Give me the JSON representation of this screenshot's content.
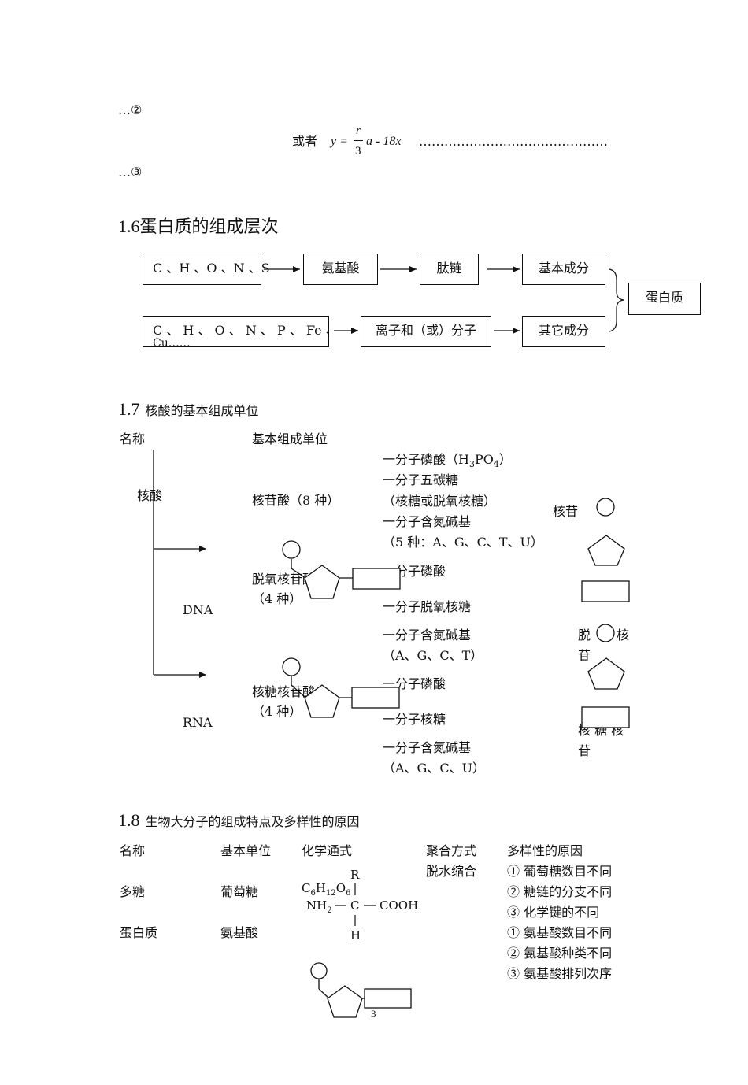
{
  "formula_block": {
    "marker2": "…②",
    "or_label": "或者",
    "formula_lhs": "y =",
    "formula_num": "r",
    "formula_den": "3",
    "formula_rest": "a - 18x",
    "dots": "………………………………………",
    "marker3": "…③"
  },
  "section16": {
    "num": "1.6",
    "title": "蛋白质的组成层次",
    "row1": [
      "C 、H 、O 、N 、S",
      "氨基酸",
      "肽链",
      "基本成分"
    ],
    "row2_line1": "C 、 H 、 O 、 N 、 P 、 Fe 、",
    "row2_line2": "Cu……",
    "row2": [
      "离子和（或）分子",
      "其它成分"
    ],
    "result": "蛋白质"
  },
  "section17": {
    "num": "1.7",
    "title": "核酸的基本组成单位",
    "col_name": "名称",
    "col_unit": "基本组成单位",
    "nucleic": "核酸",
    "nucleotide": "核苷酸（8 种）",
    "nuc_parts": [
      "一分子磷酸（H",
      "3",
      "PO",
      "4",
      "）"
    ],
    "nuc_lines": [
      "一分子五碳糖",
      "（核糖或脱氧核糖）",
      "一分子含氮碱基",
      "（5 种：A、G、C、T、U）"
    ],
    "nucleoside": "核苷",
    "dna": "DNA",
    "dna_unit": "脱氧核苷酸",
    "dna_count": "（4 种）",
    "dna_lines": [
      "一分子磷酸",
      "一分子脱氧核糖",
      "一分子含氮碱基",
      "（A、G、C、T）"
    ],
    "deoxy_a": "脱",
    "deoxy_b": "核",
    "deoxy_c": "苷",
    "rna": "RNA",
    "rna_unit": "核糖核苷酸",
    "rna_count": "（4 种）",
    "rna_lines": [
      "一分子磷酸",
      "一分子核糖",
      "一分子含氮碱基",
      "（A、G、C、U）"
    ],
    "ribo_line1": "核 糖 核",
    "ribo_line2": "苷"
  },
  "section18": {
    "num": "1.8",
    "title": "生物大分子的组成特点及多样性的原因",
    "headers": [
      "名称",
      "基本单位",
      "化学通式",
      "聚合方式",
      "多样性的原因"
    ],
    "polysaccharide": "多糖",
    "glucose": "葡萄糖",
    "glucose_formula": [
      "C",
      "6",
      "H",
      "12",
      "O",
      "6"
    ],
    "dehydration": "脱水缩合",
    "poly_reasons": [
      "① 葡萄糖数目不同",
      "② 糖链的分支不同",
      "③ 化学键的不同"
    ],
    "protein": "蛋白质",
    "amino": "氨基酸",
    "aa_R": "R",
    "aa_NH2": "NH",
    "aa_NH2_sub": "2",
    "aa_C": "C",
    "aa_COOH": "COOH",
    "aa_H": "H",
    "protein_reasons": [
      "① 氨基酸数目不同",
      "② 氨基酸种类不同",
      "③ 氨基酸排列次序"
    ]
  },
  "page_number": "3"
}
